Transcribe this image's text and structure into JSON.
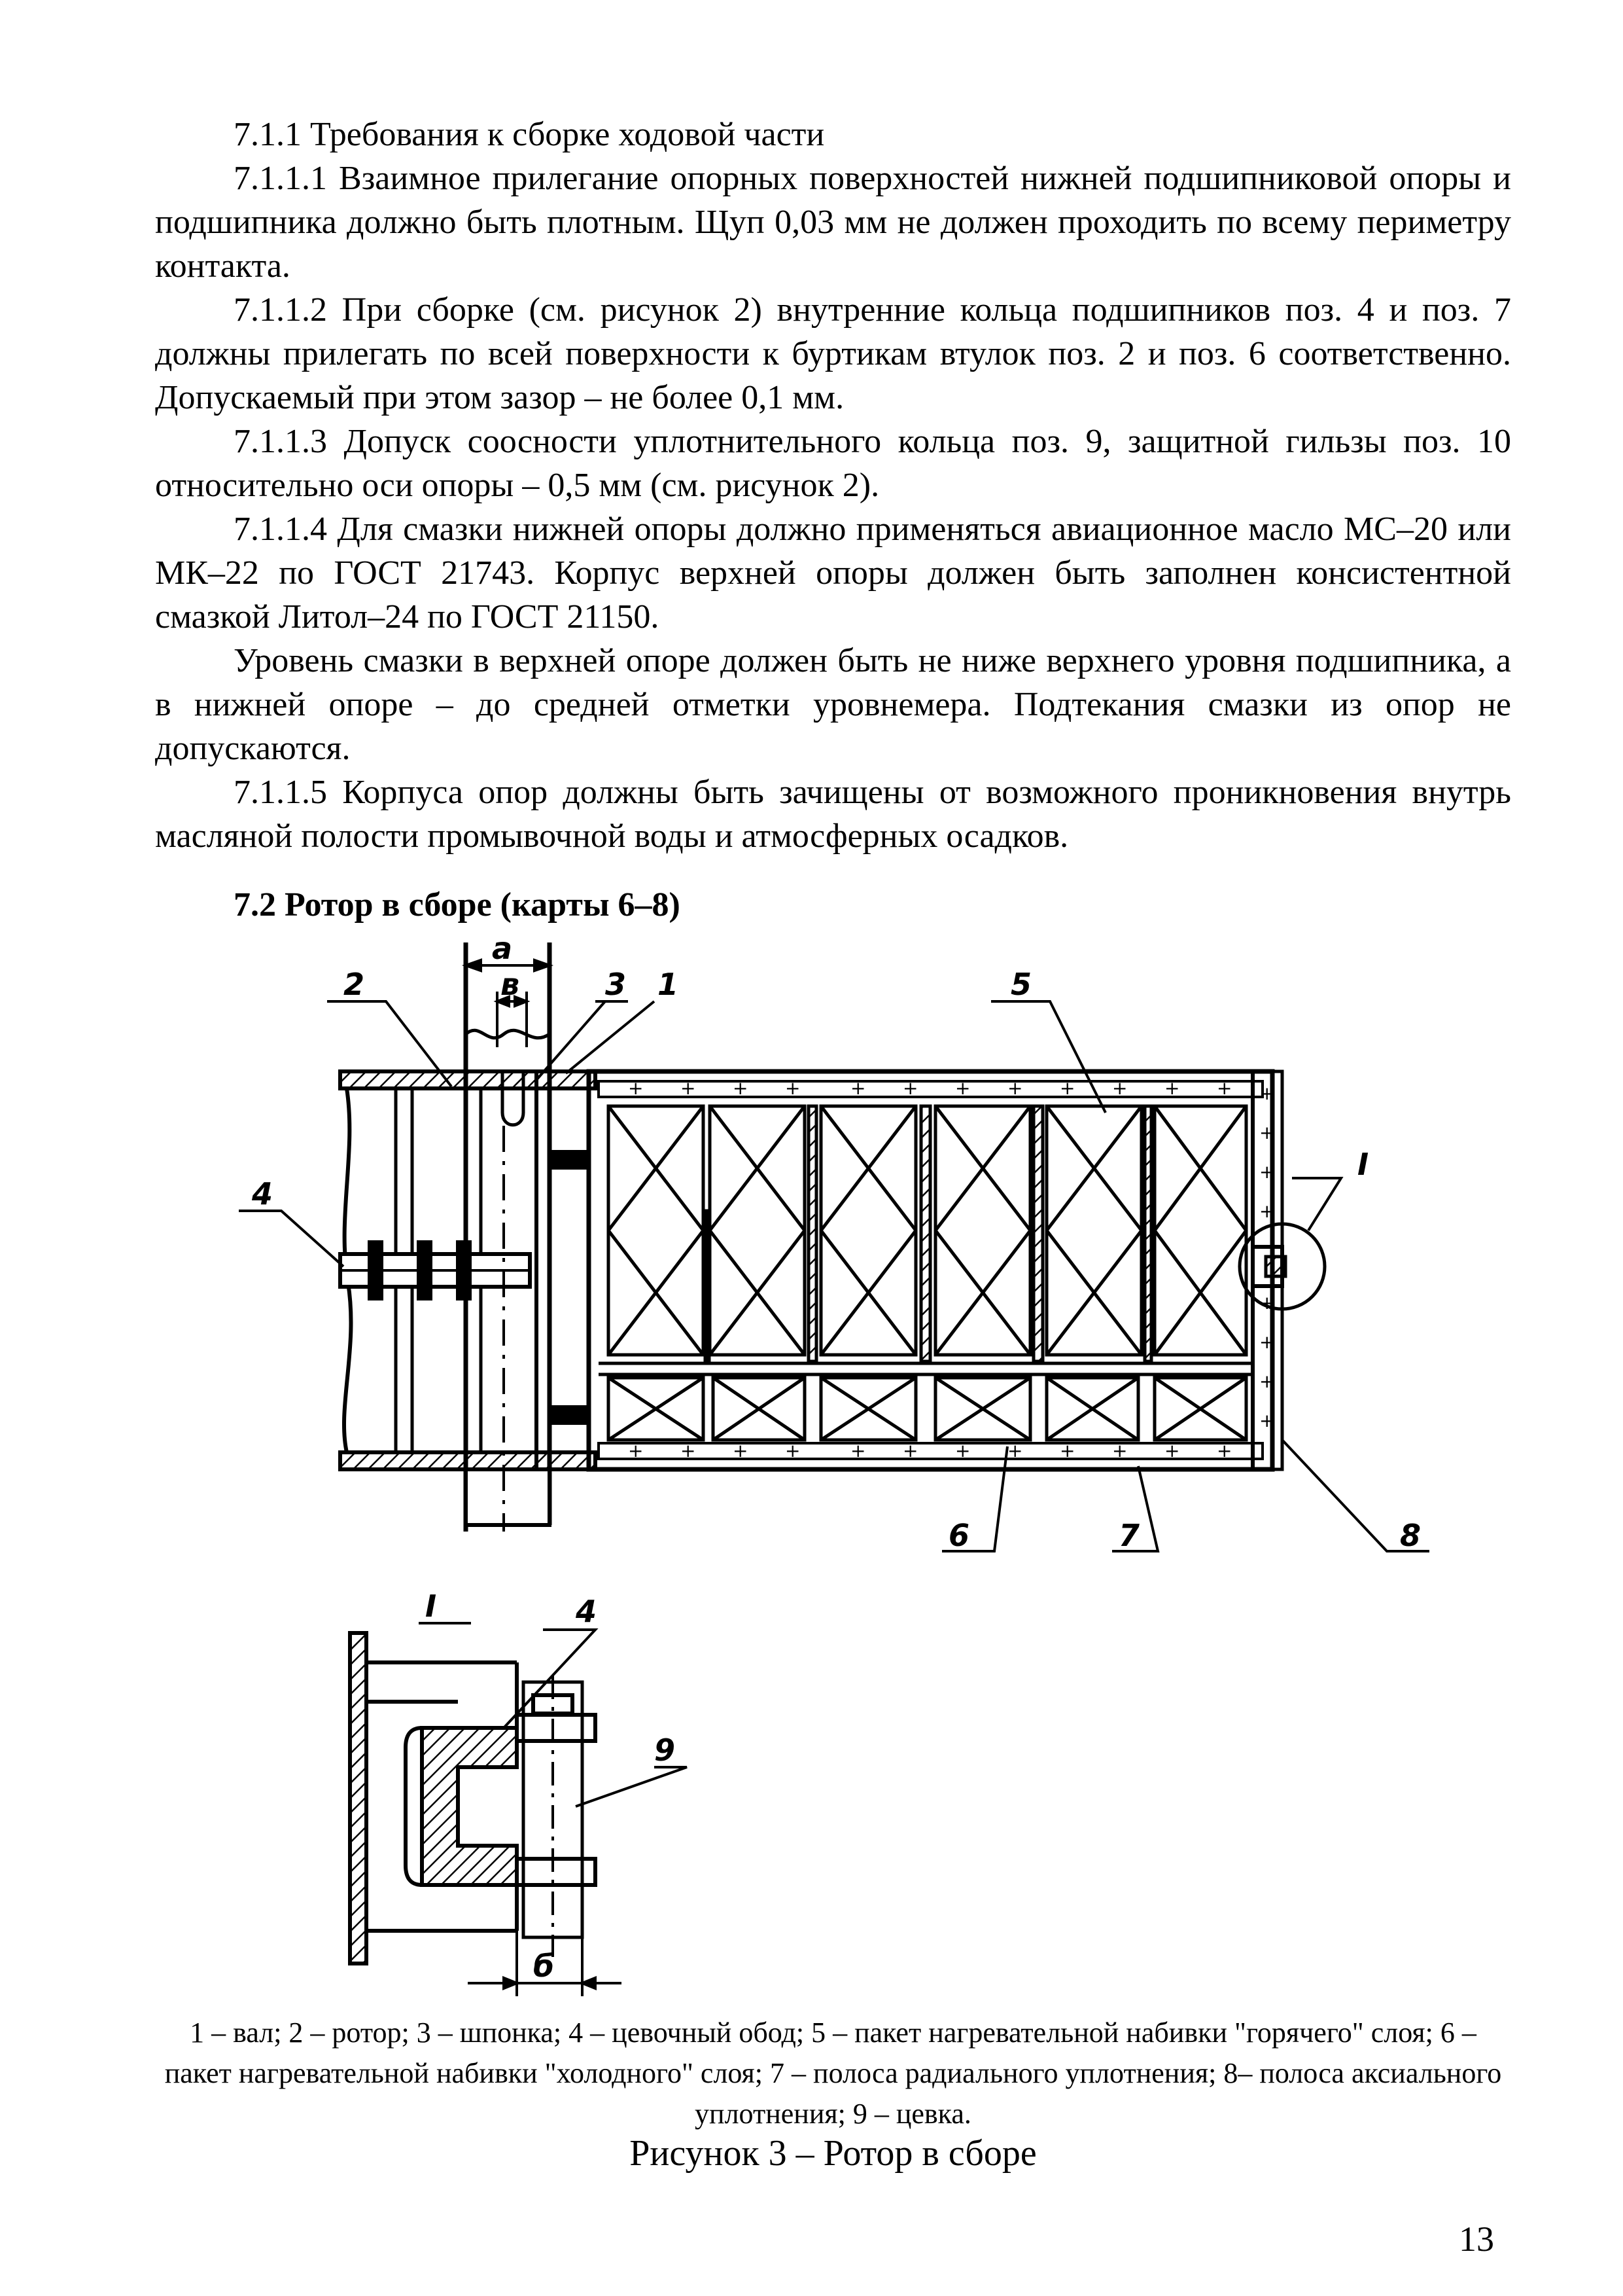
{
  "paragraphs": [
    "7.1.1  Требования к сборке ходовой части",
    "7.1.1.1 Взаимное прилегание опорных поверхностей нижней подшипниковой опоры и подшипника должно быть плотным. Щуп 0,03 мм не должен проходить по всему периметру контакта.",
    "7.1.1.2 При сборке (см. рисунок 2) внутренние кольца подшипников поз. 4 и поз. 7 должны прилегать по всей поверхности к буртикам втулок поз. 2 и поз. 6 соответственно. Допускаемый при этом зазор – не более 0,1 мм.",
    "7.1.1.3 Допуск соосности уплотнительного кольца поз. 9, защитной гильзы поз. 10 относительно оси опоры – 0,5 мм (см. рисунок 2).",
    "7.1.1.4 Для смазки нижней опоры должно применяться авиационное масло МС–20 или МК–22 по ГОСТ 21743. Корпус верхней опоры должен быть заполнен консистентной смазкой Литол–24 по ГОСТ 21150.",
    "Уровень смазки в верхней опоре должен быть не ниже верхнего уровня подшипника, а в нижней опоре – до средней отметки уровнемера. Подтекания смазки из опор не допускаются.",
    "7.1.1.5 Корпуса опор должны быть зачищены от возможного проникновения внутрь масляной полости промывочной воды и атмосферных осадков."
  ],
  "heading": "7.2 Ротор в сборе (карты 6–8)",
  "figure": {
    "labels": {
      "a": "а",
      "v": "в",
      "b": "б",
      "p1": "1",
      "p2": "2",
      "p3": "3",
      "p4": "4",
      "p5": "5",
      "p6": "6",
      "p7": "7",
      "p8": "8",
      "p9": "9",
      "detail": "I",
      "detail_title": "I",
      "detail_p4": "4"
    }
  },
  "caption": "1 – вал; 2 – ротор; 3 – шпонка; 4 – цевочный обод; 5 – пакет нагревательной набивки \"горячего\" слоя; 6 – пакет нагревательной набивки \"холодного\" слоя;  7 – полоса радиального уплотнения; 8– полоса аксиального уплотнения; 9 – цевка.",
  "figure_title": "Рисунок 3 – Ротор в сборе",
  "page_number": "13"
}
